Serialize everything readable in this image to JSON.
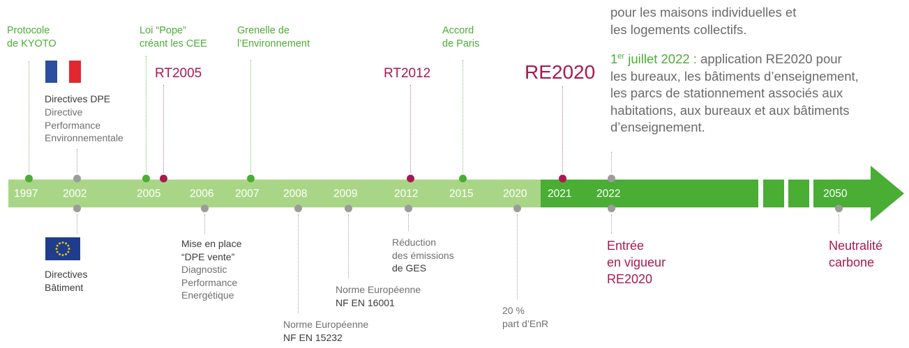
{
  "colors": {
    "light_green": "#a9d686",
    "green": "#4aad34",
    "magenta": "#a8194e",
    "grey": "#9c9c9c"
  },
  "timeline": {
    "years": [
      "1997",
      "2002",
      "2005",
      "2006",
      "2007",
      "2008",
      "2009",
      "2012",
      "2015",
      "2020",
      "2021",
      "2022",
      "2050"
    ]
  },
  "events": {
    "kyoto": "Protocole\nde KYOTO",
    "pope": "Loi “Pope”\ncréant les CEE",
    "grenelle": "Grenelle de\nl’Environnement",
    "paris": "Accord\nde Paris",
    "rt2005": "RT2005",
    "rt2012": "RT2012",
    "re2020": "RE2020",
    "dpe_title": "Directives DPE",
    "dpe_sub": "Directive\nPerformance\nEnvironnementale",
    "bat": "Directives\nBâtiment",
    "dpe_vente_title": "Mise en place\n“DPE vente”",
    "dpe_vente_sub": "Diagnostic\nPerformance\nEnergétique",
    "norme_15232_a": "Norme Européenne",
    "norme_15232_b": "NF EN 15232",
    "norme_16001_a": "Norme Européenne",
    "norme_16001_b": "NF EN 16001",
    "ges_a": "Réduction\ndes émissions",
    "ges_b": "de GES",
    "enr": "20 %\npart d’EnR",
    "entree": "Entrée\nen vigueur\nRE2020",
    "neutralite": "Neutralité\ncarbone"
  },
  "paragraph": {
    "line1": "pour les maisons individuelles et",
    "line2": "les logements collectifs.",
    "date_main": "1",
    "date_sup": "er",
    "date_rest": " juillet 2022 :",
    "p2_first": " application RE2020 pour",
    "p2_rest": "les bureaux, les bâtiments d’enseignement,\nles parcs de stationnement associés aux\nhabitations, aux bureaux et aux bâtiments\nd’enseignement."
  }
}
